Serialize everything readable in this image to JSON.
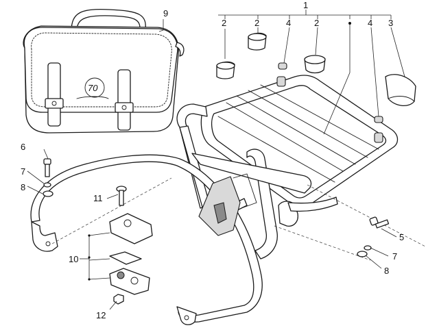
{
  "callouts": {
    "c1": "1",
    "c2a": "2",
    "c2b": "2",
    "c2c": "2",
    "c3": "3",
    "c4a": "4",
    "c4b": "4",
    "c5": "5",
    "c6": "6",
    "c7a": "7",
    "c7b": "7",
    "c8a": "8",
    "c8b": "8",
    "c9": "9",
    "c10": "10",
    "c11": "11",
    "c12": "12"
  },
  "logo_text": "70"
}
